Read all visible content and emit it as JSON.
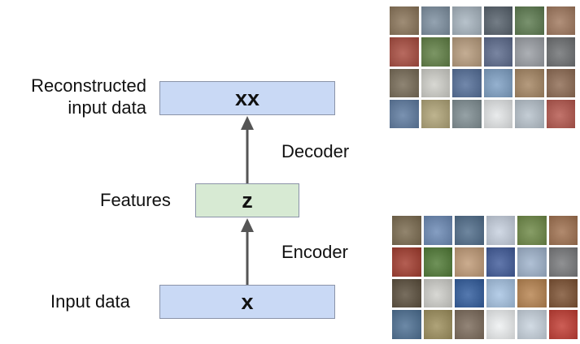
{
  "labels": {
    "reconstructed": "Reconstructed input data",
    "reconstructed_line1": "Reconstructed",
    "reconstructed_line2": "input data",
    "features": "Features",
    "input": "Input data",
    "decoder": "Decoder",
    "encoder": "Encoder"
  },
  "boxes": {
    "output_symbol": "xx",
    "features_symbol": "z",
    "input_symbol": "x"
  },
  "colors": {
    "io_box_fill": "#c9d9f5",
    "features_box_fill": "#d7ead3",
    "box_border": "#8a93a8",
    "arrow": "#555555"
  },
  "image_grids": {
    "reconstructed": {
      "rows": 4,
      "cols": 6,
      "tiles": [
        "#8a7458",
        "#7c8fa0",
        "#a7b4bf",
        "#56606b",
        "#5c7a4e",
        "#a0785d",
        "#a84a3d",
        "#5f7f43",
        "#b79b7c",
        "#5c6a8c",
        "#9a9ea4",
        "#6c6f72",
        "#766a55",
        "#d0cfc9",
        "#536e98",
        "#7ea0c4",
        "#a58562",
        "#8d6a52",
        "#5d7aa0",
        "#b0a476",
        "#7f8e92",
        "#e4e6e8",
        "#b7c2cc",
        "#b4564c"
      ]
    },
    "original": {
      "rows": 4,
      "cols": 6,
      "tiles": [
        "#7a6a4e",
        "#6a89b4",
        "#4f6c8a",
        "#c7d1df",
        "#6d8845",
        "#a0704e",
        "#a33b2d",
        "#4f7a35",
        "#c09a76",
        "#3f5a9a",
        "#9fb3cc",
        "#77797b",
        "#5a4e3c",
        "#cfd0cb",
        "#2f5c9e",
        "#a6c3e3",
        "#b7834e",
        "#7c5131",
        "#4c6f93",
        "#9d8f5c",
        "#7b6a5a",
        "#eef0f2",
        "#c8d3de",
        "#c23a31"
      ]
    }
  }
}
